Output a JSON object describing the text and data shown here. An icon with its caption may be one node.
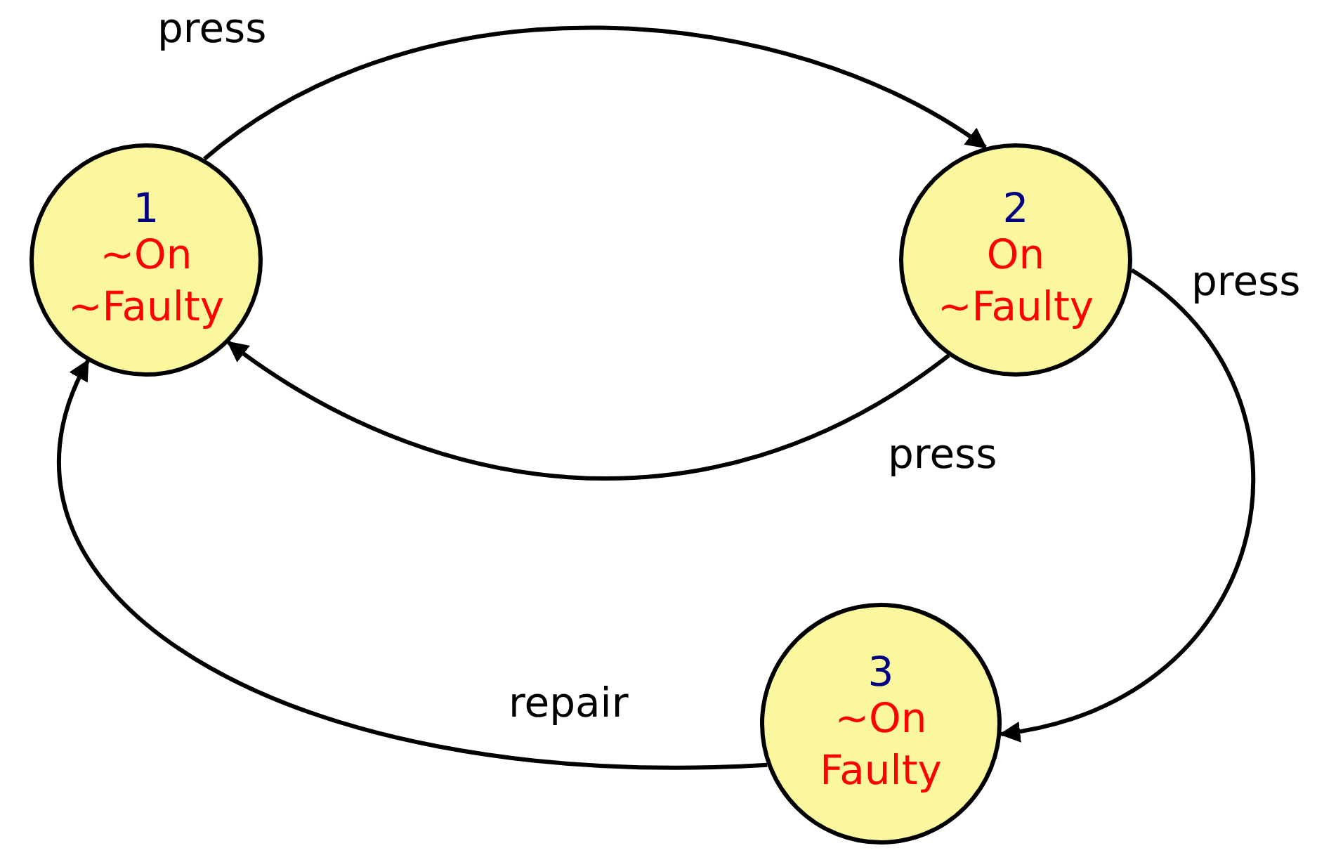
{
  "diagram": {
    "nodes": [
      {
        "text": [
          "1",
          "~On",
          "~Faulty"
        ]
      },
      {
        "text": [
          "2",
          "On",
          "~Faulty"
        ]
      },
      {
        "text": [
          "3",
          "~On",
          "Faulty"
        ]
      }
    ],
    "edges": [
      {
        "from": 0,
        "to": 1,
        "arrow": "to",
        "label": "press"
      },
      {
        "from": 1,
        "to": 0,
        "arrow": "to",
        "label": "press"
      },
      {
        "from": 1,
        "to": 2,
        "arrow": "to",
        "label": "press"
      },
      {
        "from": 2,
        "to": 0,
        "arrow": "to",
        "label": "repair"
      }
    ]
  }
}
